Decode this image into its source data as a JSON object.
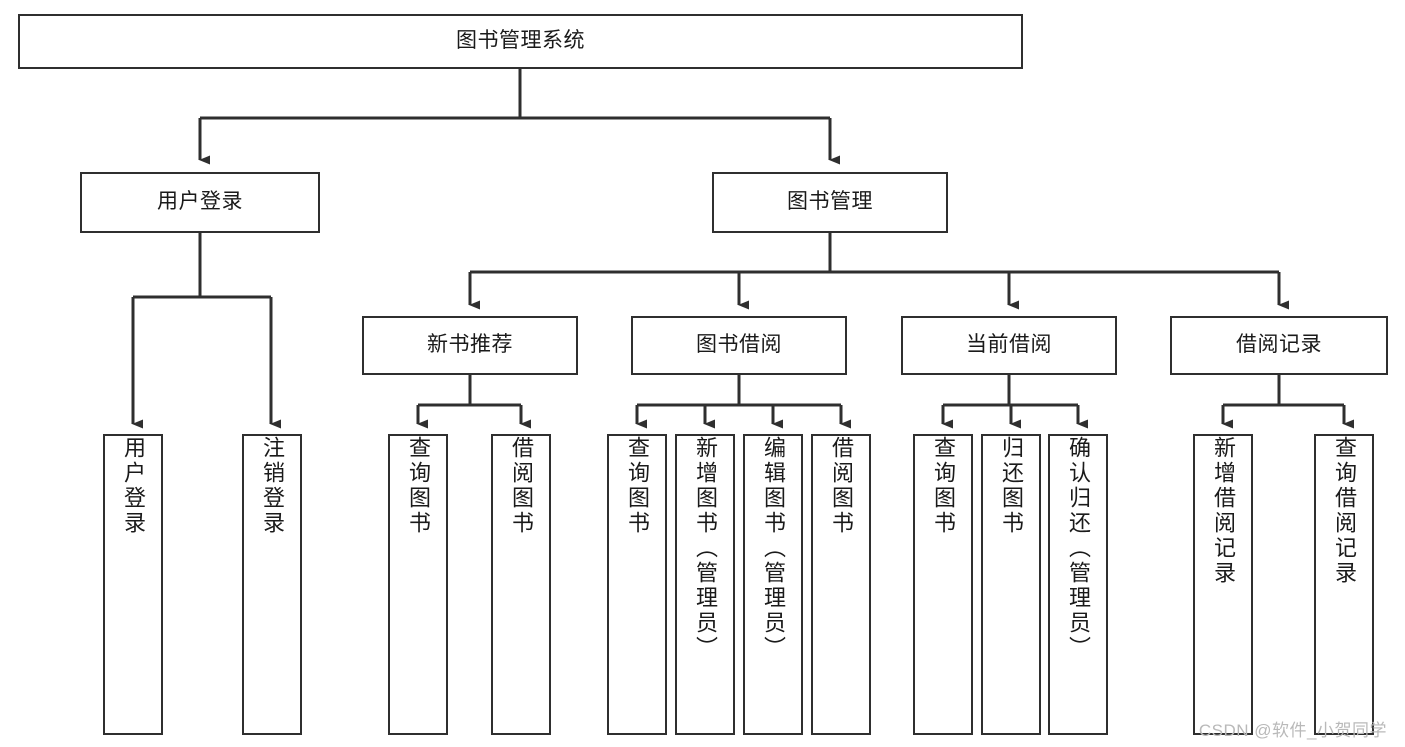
{
  "diagram": {
    "title": "图书管理系统",
    "type": "tree-hierarchy-chart",
    "watermark": "CSDN @软件_小贺同学",
    "colors": {
      "box_border": "#2f2f2f",
      "box_fill": "#ffffff",
      "connector": "#2f2f2f",
      "text": "#1a1a1a",
      "watermark": "#b9b9b9"
    },
    "nodes": {
      "root": {
        "label": "图书管理系统"
      },
      "level2": [
        {
          "label": "用户登录"
        },
        {
          "label": "图书管理"
        }
      ],
      "level3": [
        {
          "label": "新书推荐"
        },
        {
          "label": "图书借阅"
        },
        {
          "label": "当前借阅"
        },
        {
          "label": "借阅记录"
        }
      ],
      "leaves_user_login": [
        {
          "label": "用户登录"
        },
        {
          "label": "注销登录"
        }
      ],
      "leaves_new_book": [
        {
          "label": "查询图书"
        },
        {
          "label": "借阅图书"
        }
      ],
      "leaves_borrow": [
        {
          "label": "查询图书"
        },
        {
          "label": "新增图书（管理员）"
        },
        {
          "label": "编辑图书（管理员）"
        },
        {
          "label": "借阅图书"
        }
      ],
      "leaves_current": [
        {
          "label": "查询图书"
        },
        {
          "label": "归还图书"
        },
        {
          "label": "确认归还（管理员）"
        }
      ],
      "leaves_record": [
        {
          "label": "新增借阅记录"
        },
        {
          "label": "查询借阅记录"
        }
      ]
    }
  }
}
